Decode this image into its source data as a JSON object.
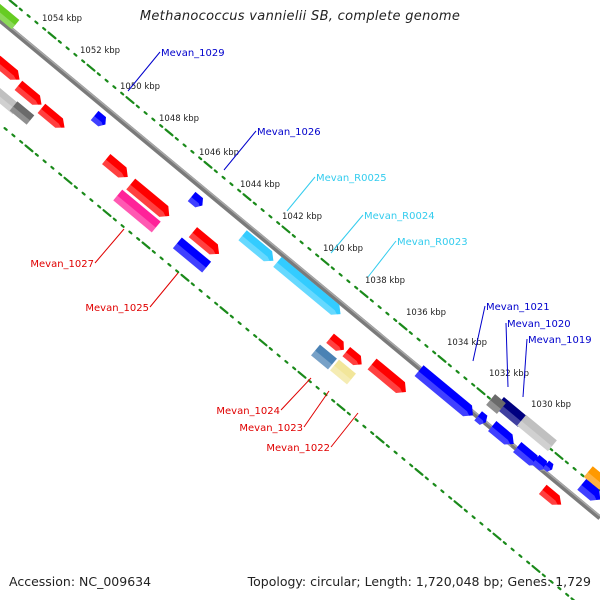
{
  "title": "Methanococcus vannielii SB, complete genome",
  "footer": {
    "accession": "Accession: NC_009634",
    "summary": "Topology: circular; Length: 1,720,048 bp; Genes: 1,729"
  },
  "colors": {
    "backbone": "#808080",
    "tick": "#1a8a1a",
    "cds_forward": "#0000ff",
    "cds_reverse": "#ff0000",
    "rna": "#33ccff",
    "label_forward": "#0000cc",
    "label_reverse": "#e00000",
    "label_rna": "#33ccee",
    "pink": "#ff2299",
    "steelblue": "#4a82b4",
    "khaki": "#f2e69a",
    "gray_light": "#c0c0c0",
    "gray_dark": "#6a6a6a",
    "navy": "#000080",
    "orange": "#ff9900",
    "green": "#66cc22"
  },
  "ruler": {
    "labels": [
      "1054 kbp",
      "1052 kbp",
      "1050 kbp",
      "1048 kbp",
      "1046 kbp",
      "1044 kbp",
      "1042 kbp",
      "1040 kbp",
      "1038 kbp",
      "1036 kbp",
      "1034 kbp",
      "1032 kbp",
      "1030 kbp"
    ]
  },
  "gene_labels": {
    "forward": [
      "Mevan_1029",
      "Mevan_1026",
      "Mevan_1021",
      "Mevan_1020",
      "Mevan_1019"
    ],
    "rna": [
      "Mevan_R0025",
      "Mevan_R0024",
      "Mevan_R0023"
    ],
    "reverse": [
      "Mevan_1027",
      "Mevan_1025",
      "Mevan_1024",
      "Mevan_1023",
      "Mevan_1022"
    ]
  }
}
